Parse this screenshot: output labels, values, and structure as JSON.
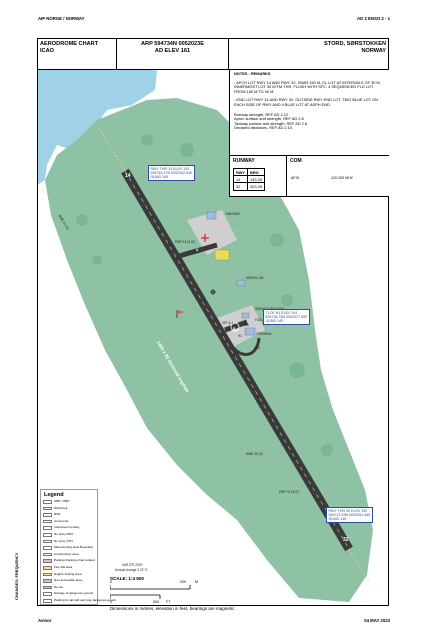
{
  "header": {
    "left": "AIP NORGE / NORWAY",
    "right": "AD 2 ENSO 2 - 1"
  },
  "footer": {
    "left": "Avinor",
    "right": "04 MAY 2023"
  },
  "side_label": "CHANGES: FREQUENCY",
  "title": {
    "chart_name": "AERODROME CHART",
    "chart_org": "ICAO",
    "arp": "ARP 594734N 0052023E",
    "elev": "AD ELEV 161",
    "airport": "STORD, SØRSTOKKEN",
    "country": "NORWAY"
  },
  "notes": {
    "title": "NOTES - REMARKS",
    "items": [
      "- APCH LGT RWY 14 AND RWY 32: XBAR 150 M, CL LGT AT INTERVALS OF 30 M. INNERMOST LGT 30 M FM THR, FLUSH WITH SFC, 4 SEQUENCED FLG LGT FROM 180 M TO 90 M.",
      "- END LGT RWY 14 AND RWY 32: OUTSIDE RWY END LGT: TWO BLUE LGT ON EACH SIDE OF RWY AND 4 BLUE LGT AT ASPH END."
    ],
    "strength": [
      "Runway strength, REF AD 2.12",
      "Apron surface and strength, REF AD 2.8",
      "Taxiway surface and strength, REF AD 2.8",
      "Declared distances, REF AD 2.13"
    ]
  },
  "runway": {
    "title": "RUNWAY",
    "headers": [
      "RWY",
      "BRG"
    ],
    "rows": [
      {
        "rwy": "14",
        "brg": "143.26"
      },
      {
        "rwy": "32",
        "brg": "323.26"
      }
    ]
  },
  "com": {
    "title": "COM",
    "service": "AFIS",
    "freq": "120.205 MHZ"
  },
  "map": {
    "callout_thr14": [
      "RWY THR 14 ELEV 153",
      "594748.17N 0052002.64E",
      "GUND 145"
    ],
    "callout_tlof": [
      "TLOF H1 ELEV 161",
      "594736.78N 0052027.60E",
      "GUND 145"
    ],
    "callout_thr32": [
      "RWY THR 32 ELEV 152",
      "594721.49N 0052051.46E",
      "GUND 145"
    ],
    "rwy14_mark": "14",
    "rwy32_mark": "32",
    "runway_label": "1460 x 30 Grooved Asphalt",
    "labels": {
      "hangar": "HANGAR",
      "aeroclub": "AEROCLUB",
      "service": "SERVICE BUILDING",
      "fuel": "FUEL STATION",
      "terminal": "TERMINAL",
      "ats": "ATS",
      "jet_a1": "JET A-1",
      "twy_a": "A",
      "twy_b": "B",
      "heli": "H1",
      "ga": "GA",
      "dme_left": "DME 14 (S)",
      "dme_right": "DME 32 (S)",
      "papi_14": "PAPI 14 (3.5°)",
      "papi_32": "PAPI 32 (3.5°)",
      "var": "VAR 5°E 2020",
      "var2": "Annual change 0.22° E"
    }
  },
  "scale": {
    "label": "SCALE: 1:4 500",
    "m0": "0",
    "m_end": "200",
    "m_unit": "M",
    "ft0": "0",
    "ft_end": "500",
    "ft_unit": "FT"
  },
  "dimension_note": "Dimensions in metres, elevation in feet, bearings are magnetic.",
  "legend": {
    "title": "Legend",
    "items": [
      {
        "label": "ARP / HRP",
        "color": "#ffffff"
      },
      {
        "label": "Windsock",
        "color": "#ffffff"
      },
      {
        "label": "RVR",
        "color": "#ffffff"
      },
      {
        "label": "Aerometer",
        "color": "#ffffff"
      },
      {
        "label": "Instrument runway",
        "color": "#ffffff"
      },
      {
        "label": "No entry RWY",
        "color": "#ffffff"
      },
      {
        "label": "No entry TWY",
        "color": "#ffffff"
      },
      {
        "label": "Manoeuvring Area Boundary",
        "color": "#ffffff"
      },
      {
        "label": "Construction area",
        "color": "#ffffff"
      },
      {
        "label": "Parking blocking chart related",
        "color": "#e9b8b8"
      },
      {
        "label": "Fire drill area",
        "color": "#f4dda0"
      },
      {
        "label": "Engine Testing Area",
        "color": "#f6f0a8"
      },
      {
        "label": "Non accessible area",
        "color": "#c8c8c8"
      },
      {
        "label": "De-Ice",
        "color": "#a8d0ef"
      },
      {
        "label": "Storage of dangerous goods",
        "color": "#ffffff"
      },
      {
        "label": "Parking for aircraft carrying dangerous goods",
        "color": "#ffffff"
      }
    ]
  },
  "colors": {
    "land": "#8fc1a4",
    "water": "#9fd2e6",
    "runway": "#3a3a3a",
    "apron": "#cfcfcf",
    "yellow": "#e6dc5a",
    "callout": "#2b4ea3"
  }
}
